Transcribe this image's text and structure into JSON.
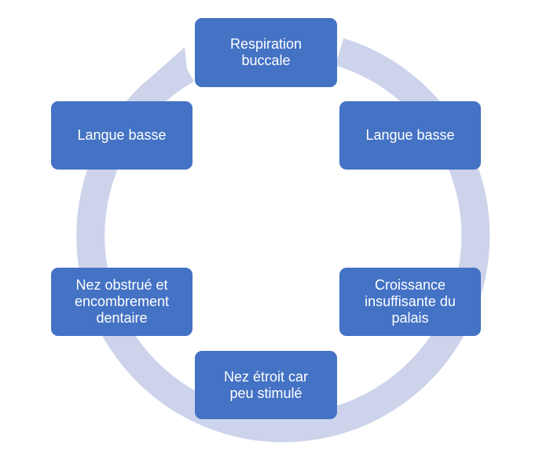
{
  "nodes": [
    {
      "id": "respiration-buccale",
      "label": "Respiration\nbuccale"
    },
    {
      "id": "langue-basse-right",
      "label": "Langue basse"
    },
    {
      "id": "croissance-palais",
      "label": "Croissance\ninsuffisante du\npalais"
    },
    {
      "id": "nez-etroit",
      "label": "Nez étroit car\npeu stimulé"
    },
    {
      "id": "nez-obstrue",
      "label": "Nez obstrué et\nencombrement\ndentaire"
    },
    {
      "id": "langue-basse-left",
      "label": "Langue basse"
    }
  ],
  "colors": {
    "node_fill": "#4472C4",
    "node_text": "#FFFFFF",
    "ring": "#CDD3EA"
  }
}
